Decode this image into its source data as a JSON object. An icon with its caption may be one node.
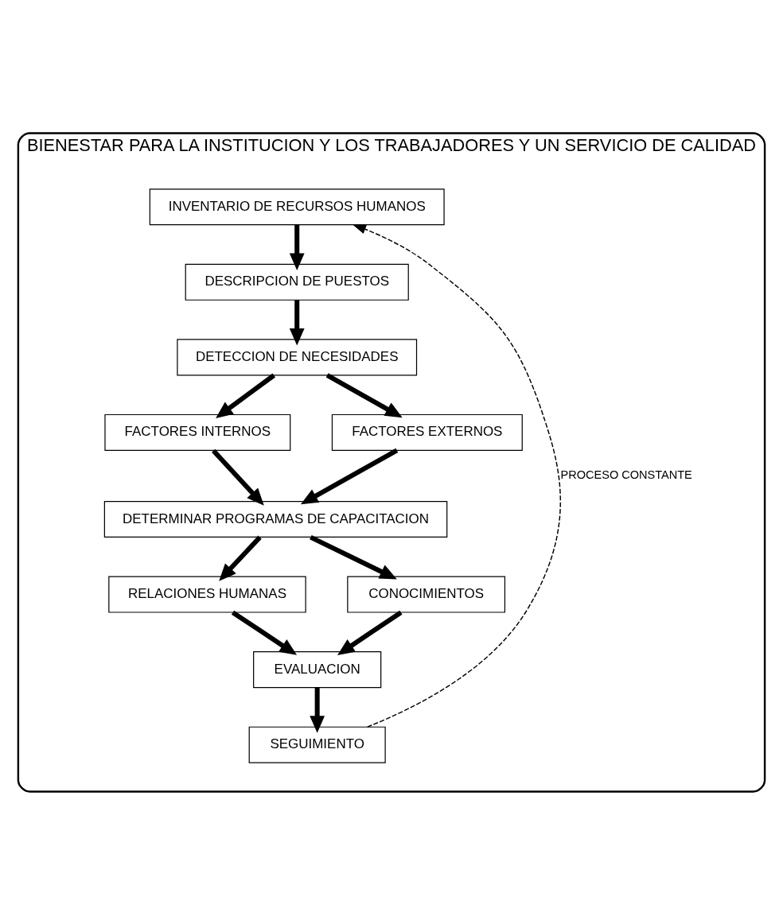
{
  "diagram": {
    "nodes": [
      {
        "text": [
          "BIENESTAR PARA LA INSTITUCION Y LOS TRABAJADORES Y UN SERVICIO DE CALIDAD"
        ]
      },
      {
        "text": [
          "INVENTARIO DE RECURSOS HUMANOS"
        ],
        "in": 0
      },
      {
        "text": [
          "DESCRIPCION DE PUESTOS"
        ],
        "in": 0
      },
      {
        "text": [
          "DETECCION DE NECESIDADES"
        ],
        "in": 0
      },
      {
        "text": [
          "FACTORES INTERNOS"
        ],
        "in": 0
      },
      {
        "text": [
          "FACTORES EXTERNOS"
        ],
        "in": 0
      },
      {
        "text": [
          "DETERMINAR PROGRAMAS DE CAPACITACION"
        ],
        "in": 0
      },
      {
        "text": [
          "RELACIONES HUMANAS"
        ],
        "in": 0
      },
      {
        "text": [
          "CONOCIMIENTOS"
        ],
        "in": 0
      },
      {
        "text": [
          "EVALUACION"
        ],
        "in": 0
      },
      {
        "text": [
          "SEGUIMIENTO"
        ],
        "in": 0
      }
    ],
    "edges": [
      {
        "from": 1,
        "to": 2,
        "arrow": "to"
      },
      {
        "from": 2,
        "to": 3,
        "arrow": "to"
      },
      {
        "from": 3,
        "to": 4,
        "arrow": "to"
      },
      {
        "from": 3,
        "to": 5,
        "arrow": "to"
      },
      {
        "from": 4,
        "to": 6,
        "arrow": "to"
      },
      {
        "from": 5,
        "to": 6,
        "arrow": "to"
      },
      {
        "from": 6,
        "to": 7,
        "arrow": "to"
      },
      {
        "from": 6,
        "to": 8,
        "arrow": "to"
      },
      {
        "from": 7,
        "to": 9,
        "arrow": "to"
      },
      {
        "from": 8,
        "to": 9,
        "arrow": "to"
      },
      {
        "from": 9,
        "to": 10,
        "arrow": "to"
      },
      {
        "from": 10,
        "to": 1,
        "arrow": "to",
        "style": "dashed",
        "label": "PROCESO CONSTANTE"
      }
    ]
  }
}
